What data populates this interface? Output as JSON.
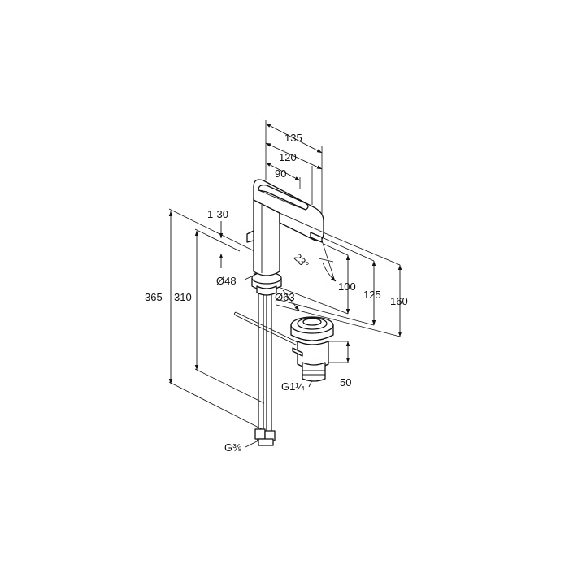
{
  "dimensions": {
    "width_135": "135",
    "width_120": "120",
    "width_90": "90",
    "range_1_30": "1-30",
    "diameter_48": "Ø48",
    "diameter_63": "Ø63",
    "height_365": "365",
    "height_310": "310",
    "height_100": "100",
    "height_125": "125",
    "height_160": "160",
    "angle_23": "23°",
    "drain_50": "50",
    "thread_g114": "G1¼",
    "thread_g38": "G⅜"
  },
  "colors": {
    "line": "#111111",
    "background": "#ffffff"
  }
}
